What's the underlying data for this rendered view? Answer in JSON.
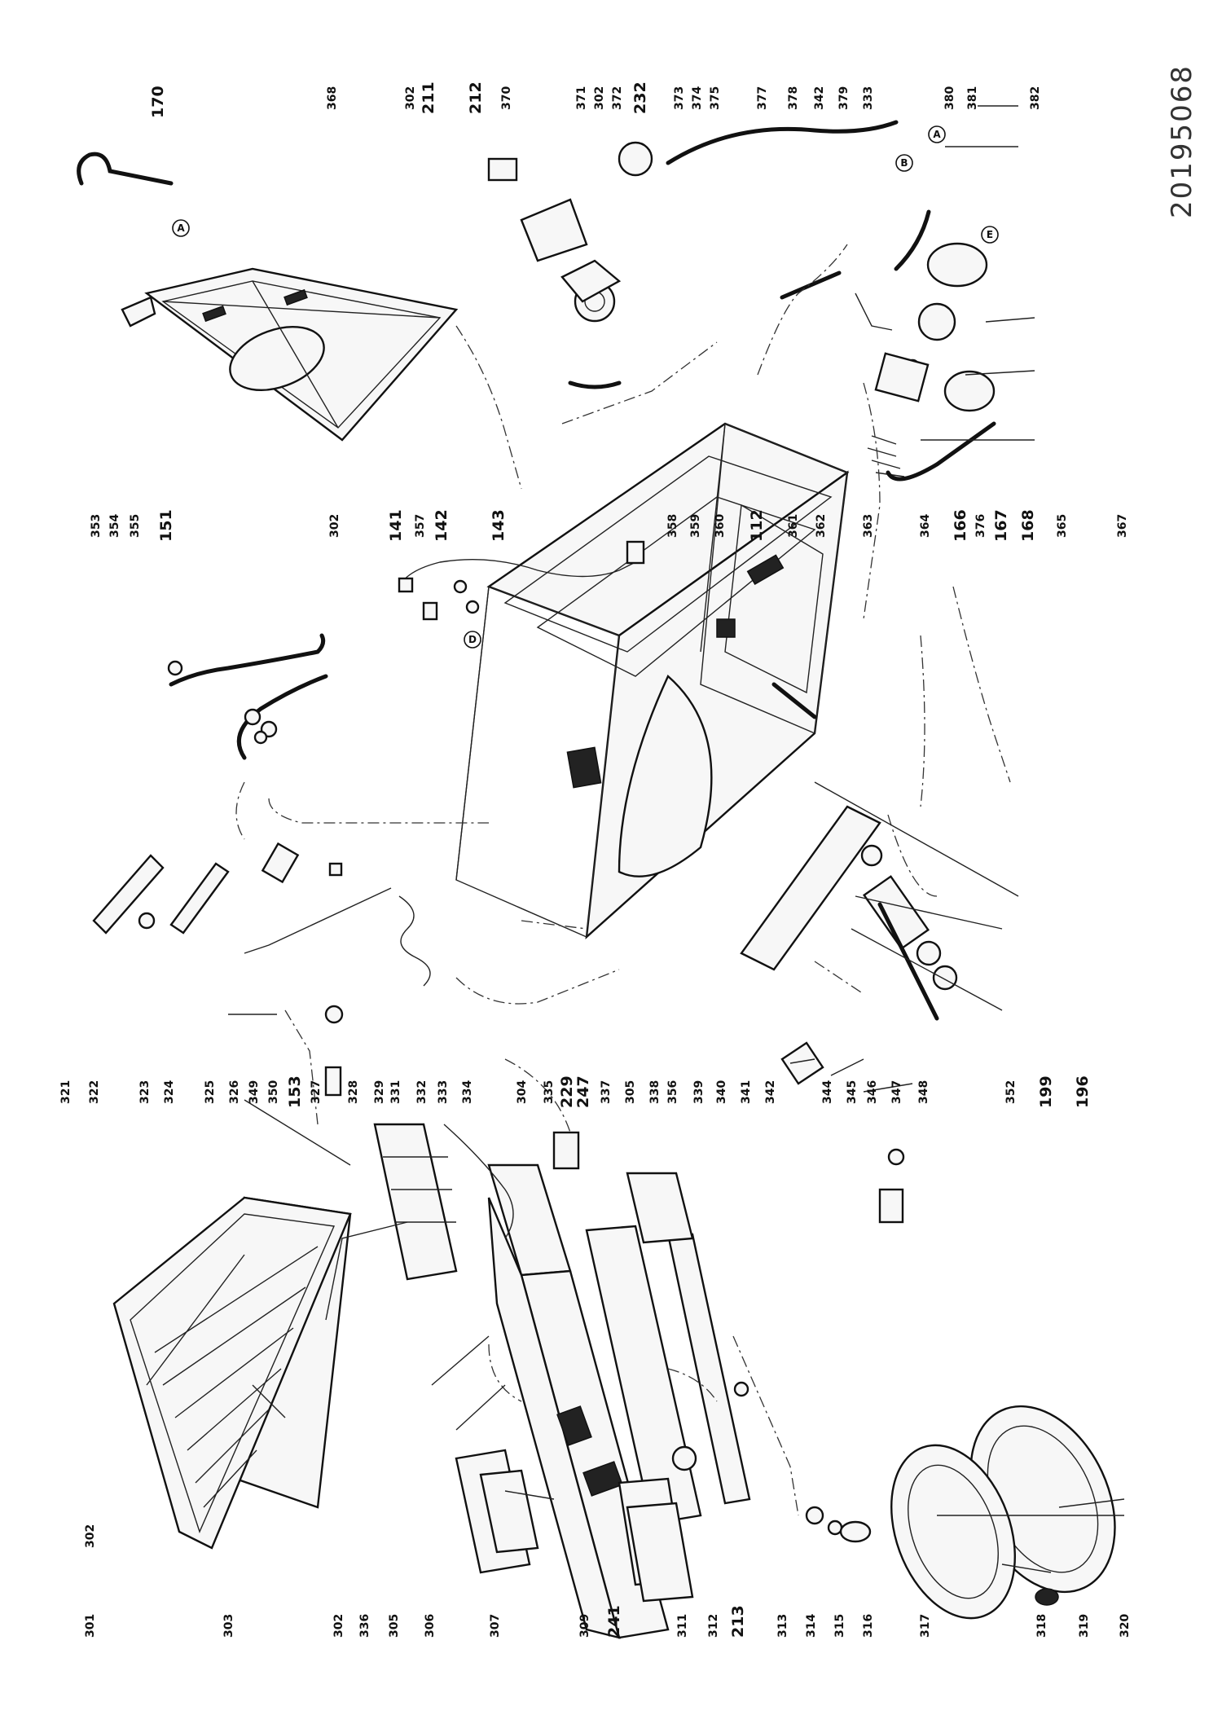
{
  "document_id": "20195068",
  "circle_refs": [
    "A",
    "B",
    "A",
    "D",
    "E"
  ],
  "labels_left": [
    "301",
    "302",
    "303",
    "302",
    "336",
    "305",
    "306",
    "307",
    "309",
    "241",
    "311",
    "312",
    "213",
    "313",
    "314",
    "315",
    "316",
    "317",
    "318",
    "319",
    "320"
  ],
  "labels_middle": [
    "321",
    "322",
    "323",
    "324",
    "325",
    "326",
    "349",
    "350",
    "153",
    "327",
    "328",
    "329",
    "331",
    "332",
    "333",
    "334",
    "304",
    "335",
    "229",
    "247",
    "337",
    "305",
    "338",
    "356",
    "339",
    "340",
    "341",
    "342",
    "344",
    "345",
    "346",
    "347",
    "348",
    "352",
    "199",
    "196"
  ],
  "labels_top": [
    "170",
    "368",
    "302",
    "211",
    "212",
    "370",
    "371",
    "302",
    "372",
    "232",
    "373",
    "374",
    "375",
    "377",
    "378",
    "342",
    "379",
    "333",
    "380",
    "381",
    "382"
  ],
  "labels_right_mid": [
    "353",
    "354",
    "151",
    "355",
    "302",
    "141",
    "357",
    "142",
    "143",
    "358",
    "359",
    "360",
    "112",
    "361",
    "362",
    "363",
    "364",
    "166",
    "376",
    "167",
    "168",
    "365",
    "367"
  ]
}
